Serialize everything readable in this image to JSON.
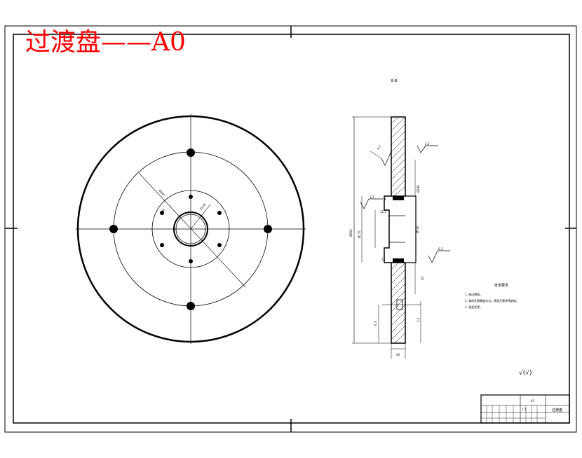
{
  "drawing": {
    "title": "过渡盘——A0",
    "title_color": "#ff0000",
    "line_color": "#000000",
    "sheet_size": "A0"
  },
  "section_view": {
    "label": "B-B",
    "dimensions": {
      "overall_diameter": "Ø500",
      "bore": "Ø130",
      "pitch_circle": "Ø280",
      "hub": "Ø175",
      "thickness": "40",
      "small_dims": [
        "8",
        "12",
        "12.5",
        "20",
        "6.3",
        "3.2"
      ]
    },
    "roughness": [
      "6.3",
      "3.2",
      "3.2",
      "6.3"
    ]
  },
  "front_view": {
    "dimensions": [
      "Ø280",
      "Ø130",
      "Ø80"
    ]
  },
  "technical_requirements": {
    "heading": "技术要求",
    "items": [
      "1. 锐边倒钝。",
      "2. 调质处理硬度均匀。表面无裂纹等缺陷。",
      "3. 表面发黑。"
    ]
  },
  "roughness_note": "√(√)",
  "title_block": {
    "part_name": "过渡盘",
    "material": "45",
    "scale": "1:1"
  }
}
